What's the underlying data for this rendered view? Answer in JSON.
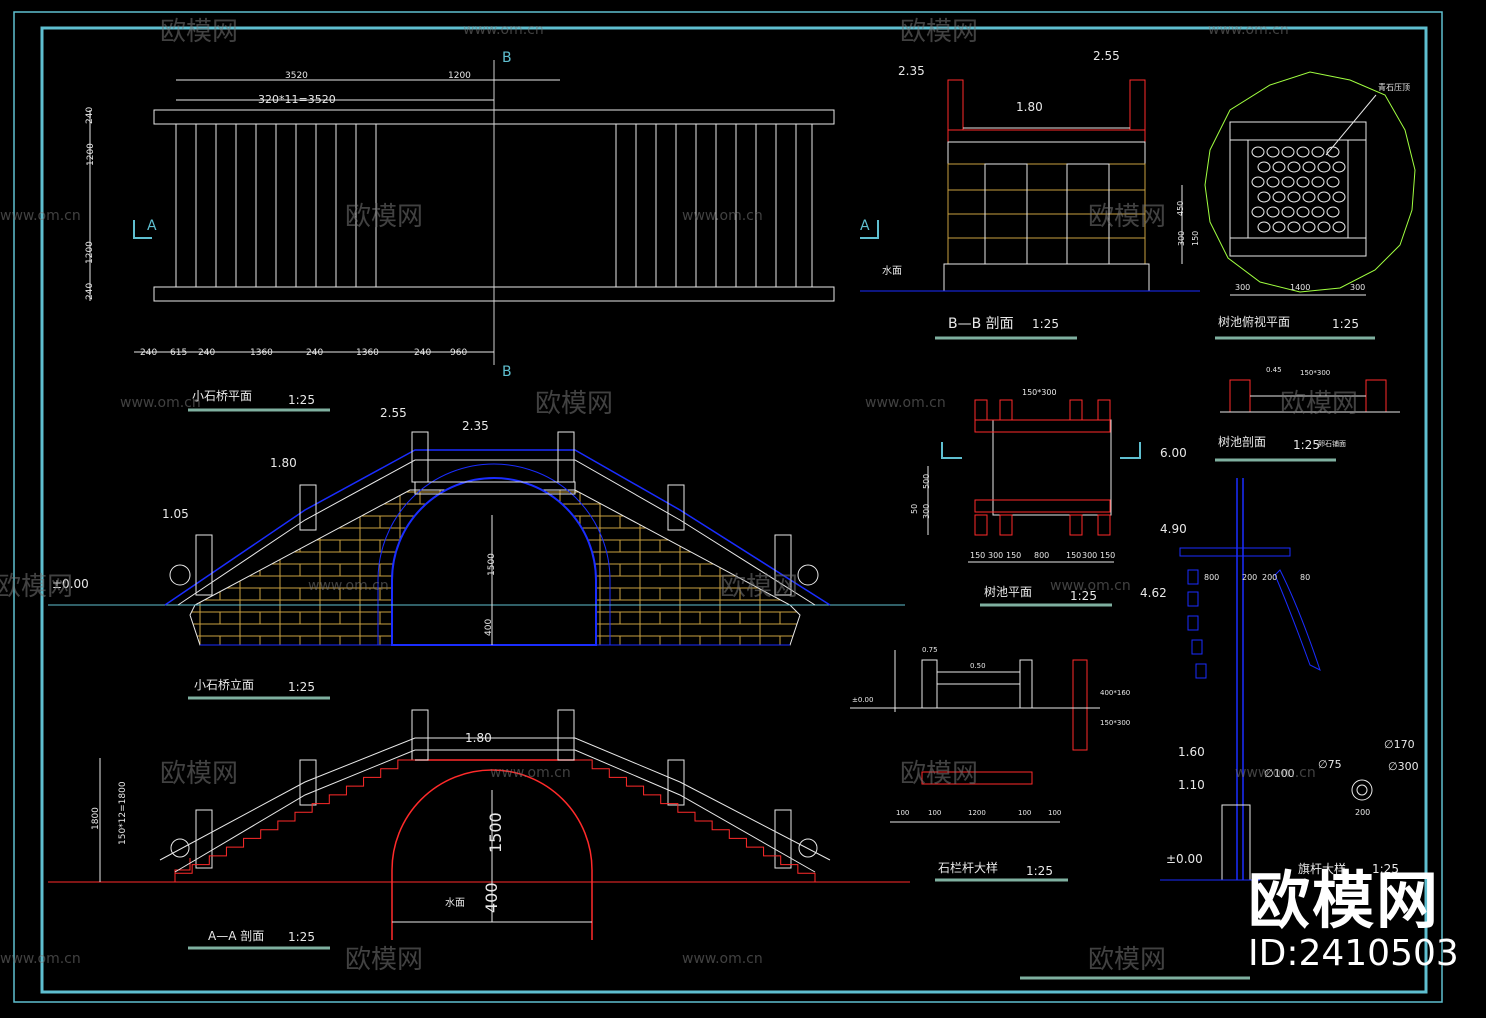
{
  "drawing": {
    "plan": {
      "title": "小石桥平面",
      "scale": "1:25",
      "dims_top": [
        "3520",
        "1200"
      ],
      "dim_formula": "320*11=3520",
      "dims_left": [
        "240",
        "1200",
        "1200",
        "240"
      ],
      "dims_bottom": [
        "240",
        "615",
        "240",
        "1360",
        "240",
        "1360",
        "240",
        "960"
      ],
      "mark_a": "A",
      "mark_b": "B"
    },
    "elevation": {
      "title": "小石桥立面",
      "scale": "1:25",
      "levels": [
        "2.55",
        "2.35",
        "1.80",
        "1.05",
        "±0.00"
      ],
      "dims": [
        "1500",
        "400"
      ]
    },
    "section_aa": {
      "title": "A—A 剖面",
      "scale": "1:25",
      "levels": [
        "1.80"
      ],
      "dims_left": [
        "1800",
        "150*12=1800"
      ],
      "dims": [
        "1500",
        "400"
      ],
      "water": "水面"
    },
    "section_bb": {
      "title": "B—B 剖面",
      "scale": "1:25",
      "levels": [
        "2.35",
        "2.55",
        "1.80"
      ],
      "water": "水面",
      "dims": [
        "450",
        "300",
        "150"
      ]
    },
    "tree_pool_view": {
      "title": "树池俯视平面",
      "scale": "1:25",
      "dims": [
        "300",
        "1400",
        "300"
      ],
      "note": "青石压顶"
    },
    "tree_pool_section": {
      "title": "树池剖面",
      "scale": "1:25",
      "notes": [
        "150*300",
        "0.45",
        "卵石铺面"
      ]
    },
    "tree_pool_plan": {
      "title": "树池平面",
      "scale": "1:25",
      "note": "150*300",
      "dims_left": [
        "500",
        "300",
        "50"
      ],
      "dims_bottom": [
        "150",
        "300",
        "150",
        "800",
        "150",
        "300",
        "150"
      ]
    },
    "railing": {
      "title": "石栏杆大样",
      "scale": "1:25",
      "levels": [
        "0.75",
        "0.50",
        "±0.00"
      ],
      "notes": [
        "400*160",
        "150*300"
      ],
      "dims_bottom": [
        "100",
        "100",
        "1200",
        "100",
        "100"
      ]
    },
    "flagpole": {
      "title": "旗杆大样",
      "scale": "1:25",
      "levels": [
        "6.00",
        "4.90",
        "4.62",
        "1.60",
        "1.10",
        "±0.00"
      ],
      "dims": [
        "800",
        "200",
        "200",
        "80"
      ],
      "diameters": [
        "∅100",
        "∅75",
        "∅170",
        "∅300"
      ],
      "dim_bottom": "200"
    }
  },
  "watermark": {
    "brand": "欧模网",
    "url": "www.om.cn"
  },
  "badge": {
    "brand": "欧模网",
    "id": "ID:2410503"
  },
  "colors": {
    "frame": "#5fbfd0",
    "line": "#e8e8e8",
    "blue": "#1a2dff",
    "red": "#ff2a2a",
    "yellow": "#c8a040",
    "green": "#a0ff40",
    "label_under": "#7fb0a0",
    "watermark": "#777777"
  }
}
